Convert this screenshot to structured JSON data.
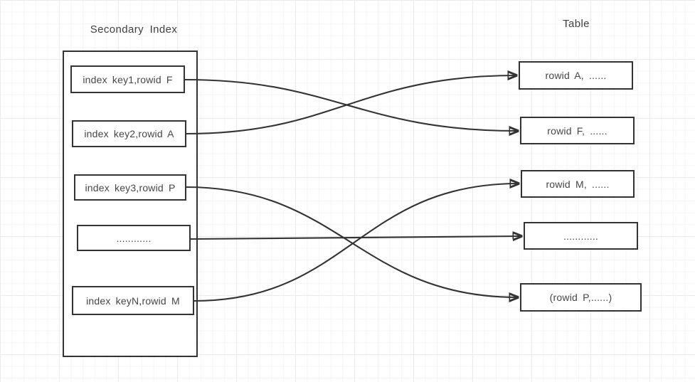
{
  "diagram": {
    "left_group": {
      "title": "Secondary Index",
      "items": [
        {
          "label": "index key1,rowid F"
        },
        {
          "label": "index key2,rowid A"
        },
        {
          "label": "index key3,rowid P"
        },
        {
          "label": "............"
        },
        {
          "label": "index keyN,rowid M"
        }
      ]
    },
    "right_group": {
      "title": "Table",
      "items": [
        {
          "label": "rowid A, ......"
        },
        {
          "label": "rowid F, ......"
        },
        {
          "label": "rowid M, ......"
        },
        {
          "label": "............"
        },
        {
          "label": "(rowid P,......)"
        }
      ]
    },
    "connections": [
      {
        "from": "index key1,rowid F",
        "to": "rowid F, ......"
      },
      {
        "from": "index key2,rowid A",
        "to": "rowid A, ......"
      },
      {
        "from": "index key3,rowid P",
        "to": "(rowid P,......)"
      },
      {
        "from": "............",
        "to": "............"
      },
      {
        "from": "index keyN,rowid M",
        "to": "rowid M, ......"
      }
    ],
    "colors": {
      "stroke": "#333333",
      "text": "#464646",
      "background": "#ffffff",
      "grid_minor": "#f5f4f4",
      "grid_major": "#ecebeb"
    }
  }
}
